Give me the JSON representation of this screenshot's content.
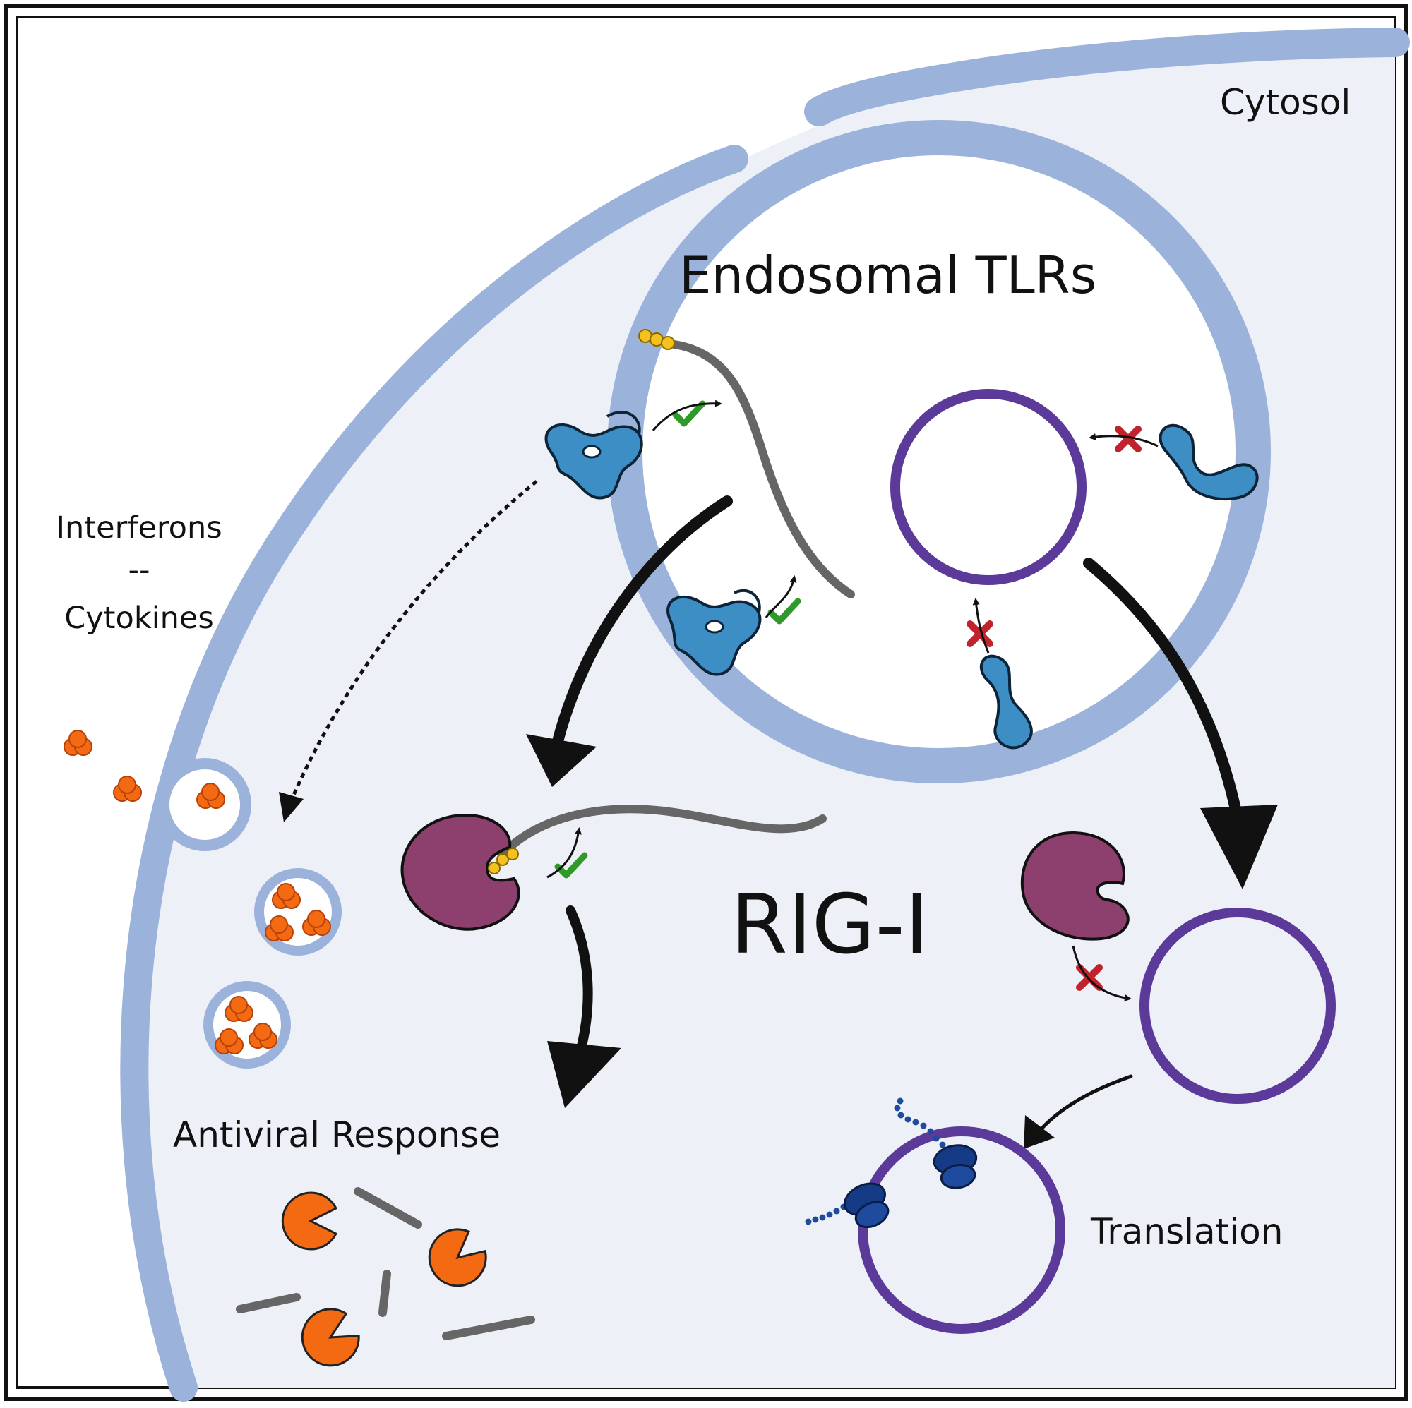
{
  "labels": {
    "cytosol": "Cytosol",
    "endosomal_tlrs": "Endosomal TLRs",
    "interferons": "Interferons",
    "separator": "--",
    "cytokines": "Cytokines",
    "rig_i": "RIG-I",
    "antiviral_response": "Antiviral Response",
    "translation": "Translation"
  },
  "colors": {
    "cytosol_fill": "#eef0f8",
    "membrane": "#9bb2da",
    "tlr_protein": "#3d8ec4",
    "rig_i_protein": "#8d3f6d",
    "circular_rna": "#5b3a9a",
    "linear_rna": "#666666",
    "triphosphate_cap": "#f4c21f",
    "check_mark": "#2f9a2a",
    "cross_mark": "#c0232b",
    "interferon_cluster": "#f36a12",
    "ribosome": "#163b86"
  },
  "icons": {
    "allowed": "check-icon",
    "blocked": "cross-icon"
  }
}
